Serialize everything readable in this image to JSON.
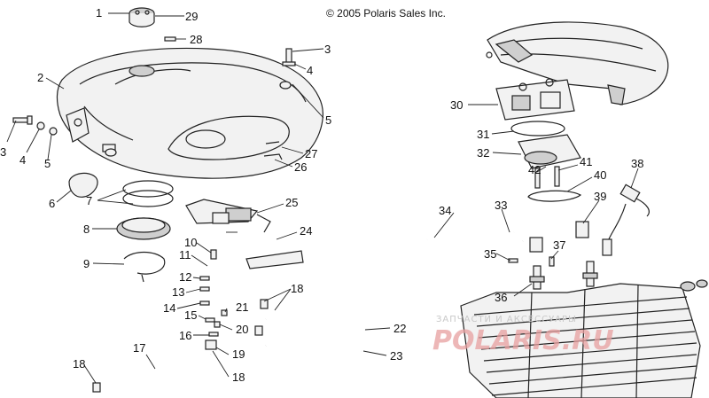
{
  "copyright": "© 2005 Polaris Sales Inc.",
  "watermark": {
    "small": "ЗАПЧАСТИ И АКСЕССУАРЫ",
    "big": "POLARIS.RU"
  },
  "callouts": {
    "c1": "1",
    "c29": "29",
    "c28": "28",
    "c2": "2",
    "c3a": "3",
    "c4a": "4",
    "c5a": "5",
    "c3b": "3",
    "c4b": "4",
    "c5b": "5",
    "c27": "27",
    "c26": "26",
    "c6": "6",
    "c7": "7",
    "c8": "8",
    "c9": "9",
    "c25": "25",
    "c24": "24",
    "c10": "10",
    "c11": "11",
    "c12": "12",
    "c13": "13",
    "c14": "14",
    "c15": "15",
    "c16": "16",
    "c17": "17",
    "c18a": "18",
    "c18b": "18",
    "c18c": "18",
    "c19": "19",
    "c20": "20",
    "c21": "21",
    "c22": "22",
    "c23": "23",
    "c30": "30",
    "c31": "31",
    "c32": "32",
    "c41": "41",
    "c42": "42",
    "c40": "40",
    "c38": "38",
    "c34": "34",
    "c33": "33",
    "c39": "39",
    "c35": "35",
    "c37": "37",
    "c36": "36"
  }
}
